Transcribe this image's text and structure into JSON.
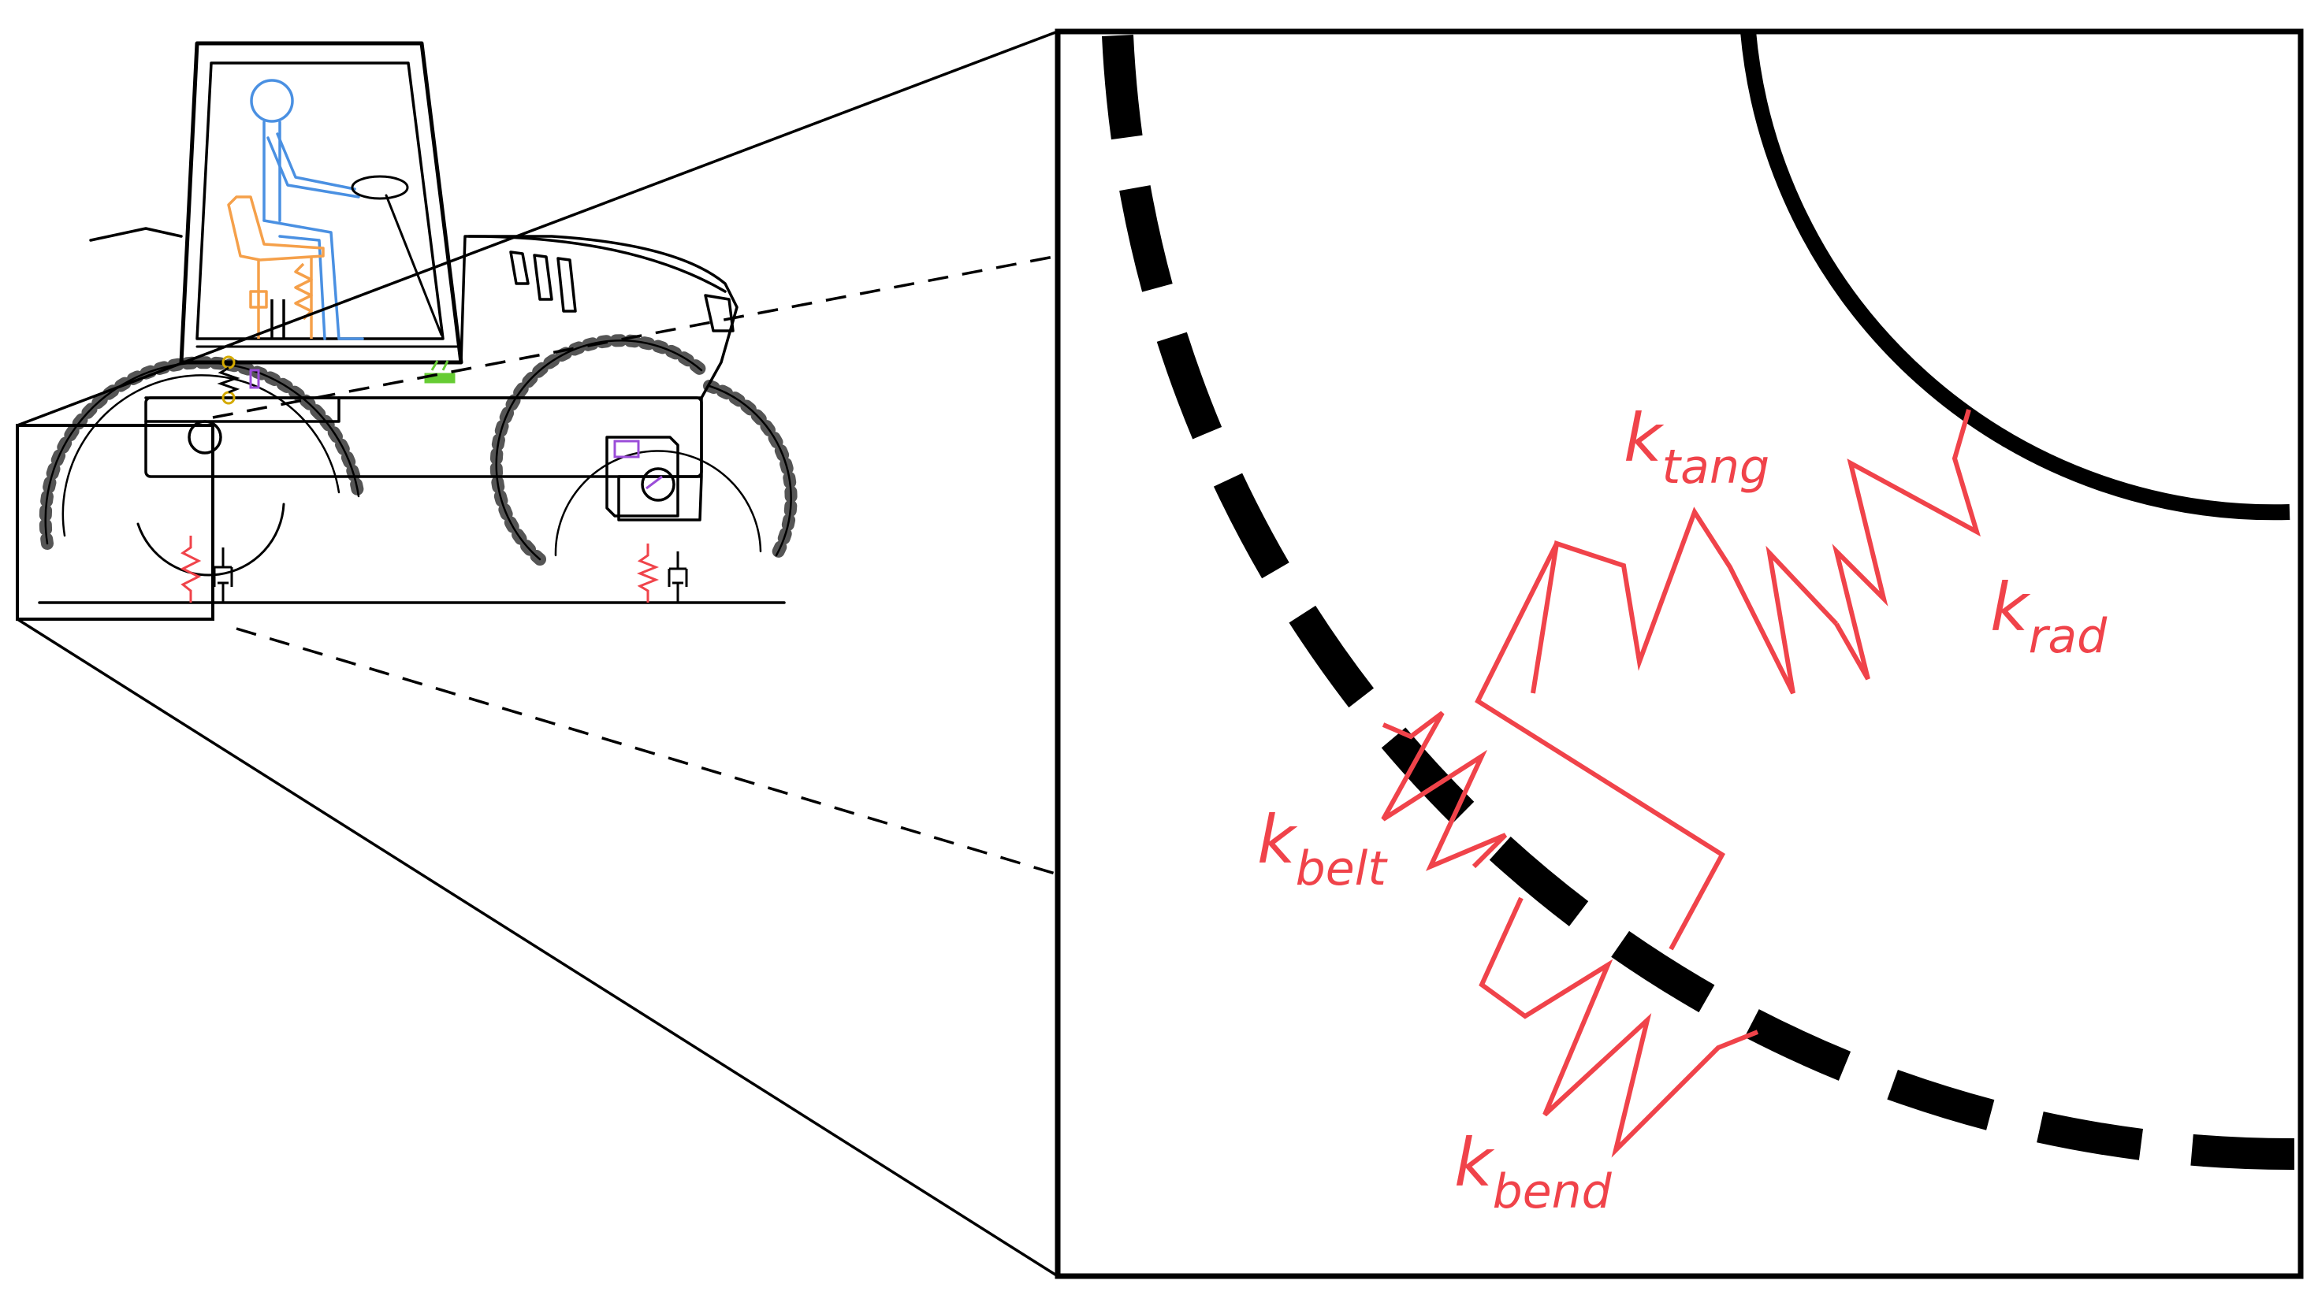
{
  "colors": {
    "spring": "#f0434a",
    "outline": "#000000",
    "operator": "#4a90e2",
    "seat": "#f5a04a",
    "mount": "#9b4dd8",
    "sensor": "#66cc33",
    "damper": "#d4aa00"
  },
  "labels": {
    "k_tang": {
      "base": "k",
      "sub": "tang"
    },
    "k_rad": {
      "base": "k",
      "sub": "rad"
    },
    "k_belt": {
      "base": "k",
      "sub": "belt"
    },
    "k_bend": {
      "base": "k",
      "sub": "bend"
    }
  }
}
